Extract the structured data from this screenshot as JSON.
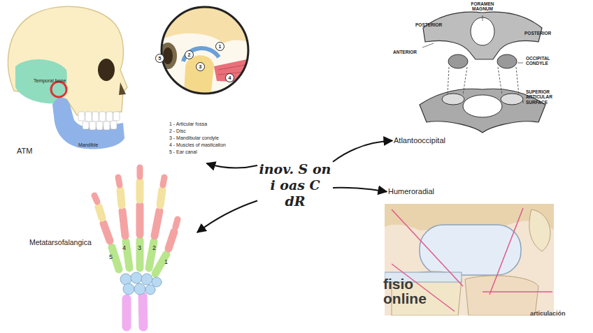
{
  "diagram": {
    "nodes": [
      {
        "text": [
          "inov. S on i oas C dR"
        ]
      },
      {
        "text": [
          "ATM"
        ]
      },
      {
        "text": [
          "Atlantooccipital"
        ]
      },
      {
        "text": [
          "Humeroradial"
        ]
      },
      {
        "text": [
          "Metatarsofalangica"
        ]
      }
    ],
    "edges": [
      {
        "from": 0,
        "to": 1,
        "arrow": "to"
      },
      {
        "from": 0,
        "to": 2,
        "arrow": "to"
      },
      {
        "from": 0,
        "to": 3,
        "arrow": "to"
      },
      {
        "from": 0,
        "to": 4,
        "arrow": "to"
      }
    ],
    "labels": [
      "Temporal bone",
      "Mandible",
      "1",
      "2",
      "3",
      "4",
      "5",
      "1 - Articular fossa",
      "2 - Disc",
      "3 - Mandibular condyle",
      "4 - Muscles of mastication",
      "5 - Ear canal",
      "FORAMEN MAGNUM",
      "POSTERIOR",
      "POSTERIOR",
      "ANTERIOR",
      "OCCIPITAL CONDYLE",
      "SUPERIOR ARTICULAR SURFACE",
      "5",
      "4",
      "3",
      "2",
      "1",
      "fisio online",
      "articulación"
    ]
  }
}
